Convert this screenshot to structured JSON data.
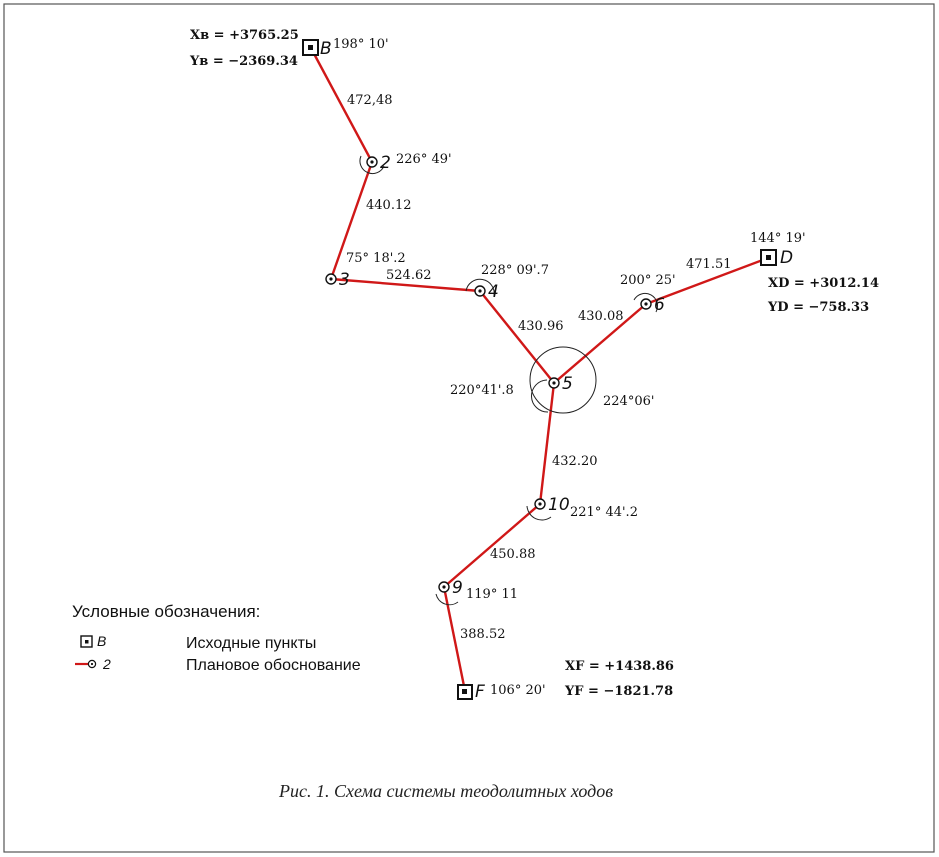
{
  "caption": "Рис. 1. Схема системы теодолитных ходов",
  "legend": {
    "title": "Условные обозначения:",
    "items": [
      {
        "symbol": "B",
        "label": "Исходные пункты"
      },
      {
        "symbol": "2",
        "label": "Плановое обоснование"
      }
    ]
  },
  "stations": {
    "B": {
      "name": "B",
      "angle": "198° 10'"
    },
    "s2": {
      "name": "2",
      "angle": "226° 49'"
    },
    "s3": {
      "name": "3",
      "angle": "75° 18'.2"
    },
    "s4": {
      "name": "4",
      "angle": "228° 09'.7"
    },
    "s5": {
      "name": "5",
      "angle_left": "220°41'.8",
      "angle_right": "224°06'"
    },
    "s6": {
      "name": "6",
      "angle": "200° 25'"
    },
    "D": {
      "name": "D",
      "angle": "144° 19'"
    },
    "s10": {
      "name": "10",
      "angle": "221° 44'.2"
    },
    "s9": {
      "name": "9",
      "angle": "119° 11"
    },
    "F": {
      "name": "F",
      "angle": "106° 20'"
    }
  },
  "distances": {
    "B_2": "472,48",
    "2_3": "440.12",
    "3_4": "524.62",
    "4_5": "430.96",
    "5_6": "430.08",
    "6_D": "471.51",
    "5_10": "432.20",
    "10_9": "450.88",
    "9_F": "388.52"
  },
  "coords": {
    "B": {
      "x": "Xв = +3765.25",
      "y": "Yв = −2369.34"
    },
    "D": {
      "x": "XD = +3012.14",
      "y": "YD = −758.33"
    },
    "F": {
      "x": "XF = +1438.86",
      "y": "YF = −1821.78"
    }
  },
  "colors": {
    "route": "#d01818"
  }
}
